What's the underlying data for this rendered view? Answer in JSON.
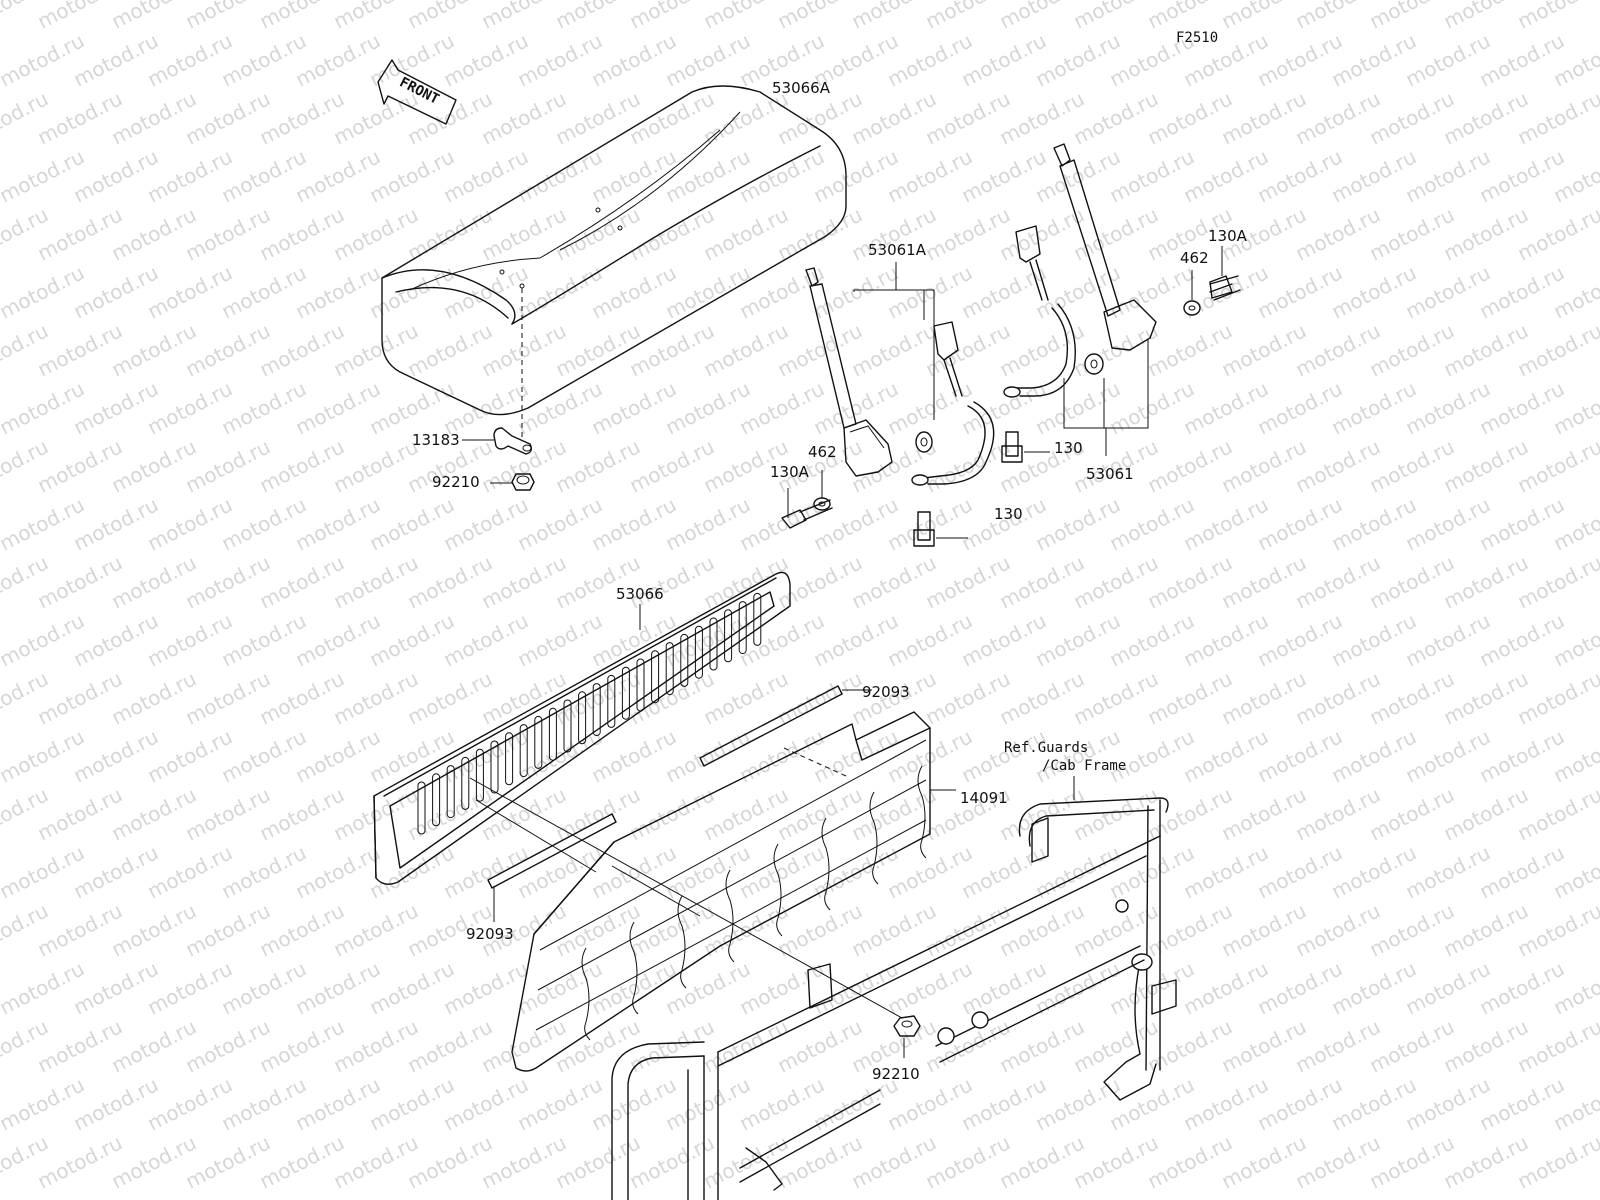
{
  "figure_code": "F2510",
  "front_label": "FRONT",
  "watermark_text": "motod.ru",
  "parts": {
    "seat_top": "53066A",
    "belt_left": "53061A",
    "belt_right": "53061",
    "seat_back": "53066",
    "panel": "14091",
    "clamp": "13183",
    "nut_left": "92210",
    "nut_bottom": "92210",
    "strip_right": "92093",
    "strip_left": "92093",
    "bolt_left_a": "130A",
    "bolt_right_a": "130A",
    "bolt_mid": "130",
    "bolt_right": "130",
    "washer_left": "462",
    "washer_right": "462"
  },
  "reference_note": {
    "line1": "Ref.Guards",
    "line2": "/Cab Frame"
  }
}
